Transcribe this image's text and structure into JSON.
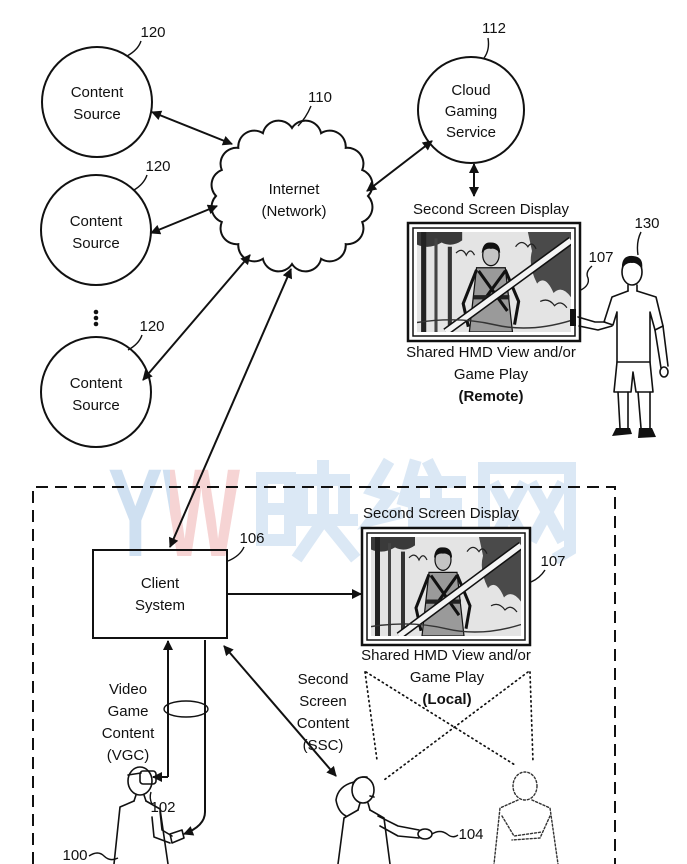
{
  "watermark": {
    "latin": "YW",
    "cjk": "映维网"
  },
  "content_sources": [
    {
      "line1": "Content",
      "line2": "Source",
      "ref": "120"
    },
    {
      "line1": "Content",
      "line2": "Source",
      "ref": "120"
    },
    {
      "line1": "Content",
      "line2": "Source",
      "ref": "120"
    }
  ],
  "internet": {
    "line1": "Internet",
    "line2": "(Network)",
    "ref": "110"
  },
  "cloud_gaming": {
    "line1": "Cloud",
    "line2": "Gaming",
    "line3": "Service",
    "ref": "112"
  },
  "remote": {
    "display_title": "Second Screen Display",
    "display_ref": "107",
    "caption_line1": "Shared HMD View and/or",
    "caption_line2": "Game Play",
    "caption_line3": "(Remote)",
    "spectator_ref": "130"
  },
  "client_system": {
    "line1": "Client",
    "line2": "System",
    "ref": "106"
  },
  "local": {
    "display_title": "Second Screen Display",
    "display_ref": "107",
    "caption_line1": "Shared HMD View and/or",
    "caption_line2": "Game Play",
    "caption_line3": "(Local)"
  },
  "vgc_label": {
    "line1": "Video",
    "line2": "Game",
    "line3": "Content",
    "line4": "(VGC)"
  },
  "ssc_label": {
    "line1": "Second",
    "line2": "Screen",
    "line3": "Content",
    "line4": "(SSC)"
  },
  "hmd_user_ref": "102",
  "controller_ref": "104",
  "system_ref": "100",
  "colors": {
    "ink": "#111111",
    "watermark_blue": "#bcd4ec",
    "watermark_red": "#f3c2c2",
    "watermark_cjk": "#cfe0f1"
  }
}
